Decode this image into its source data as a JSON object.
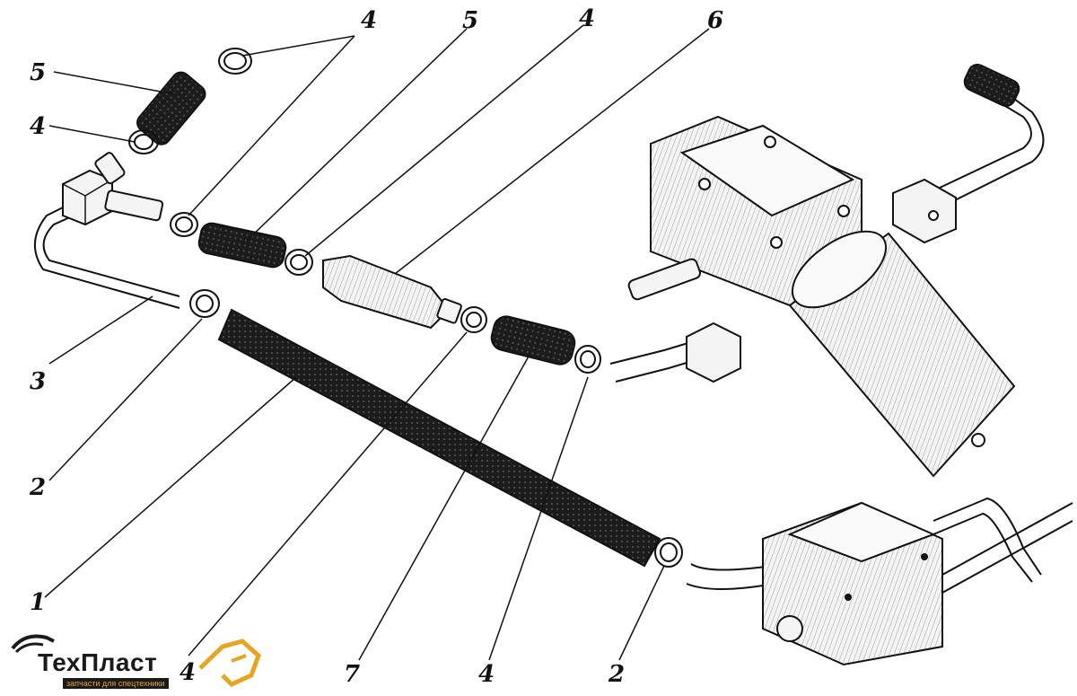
{
  "callouts": {
    "top_4a": "4",
    "top_5": "5",
    "top_4b": "4",
    "top_6": "6",
    "left_5": "5",
    "left_4": "4",
    "left_3": "3",
    "left_2": "2",
    "left_1": "1",
    "bottom_4a": "4",
    "bottom_7": "7",
    "bottom_4b": "4",
    "bottom_2": "2"
  },
  "logo": {
    "brand": "ТехПласт",
    "tagline": "запчасти для спецтехники",
    "accent_color": "#e6a521",
    "text_color": "#1a1a1a"
  }
}
